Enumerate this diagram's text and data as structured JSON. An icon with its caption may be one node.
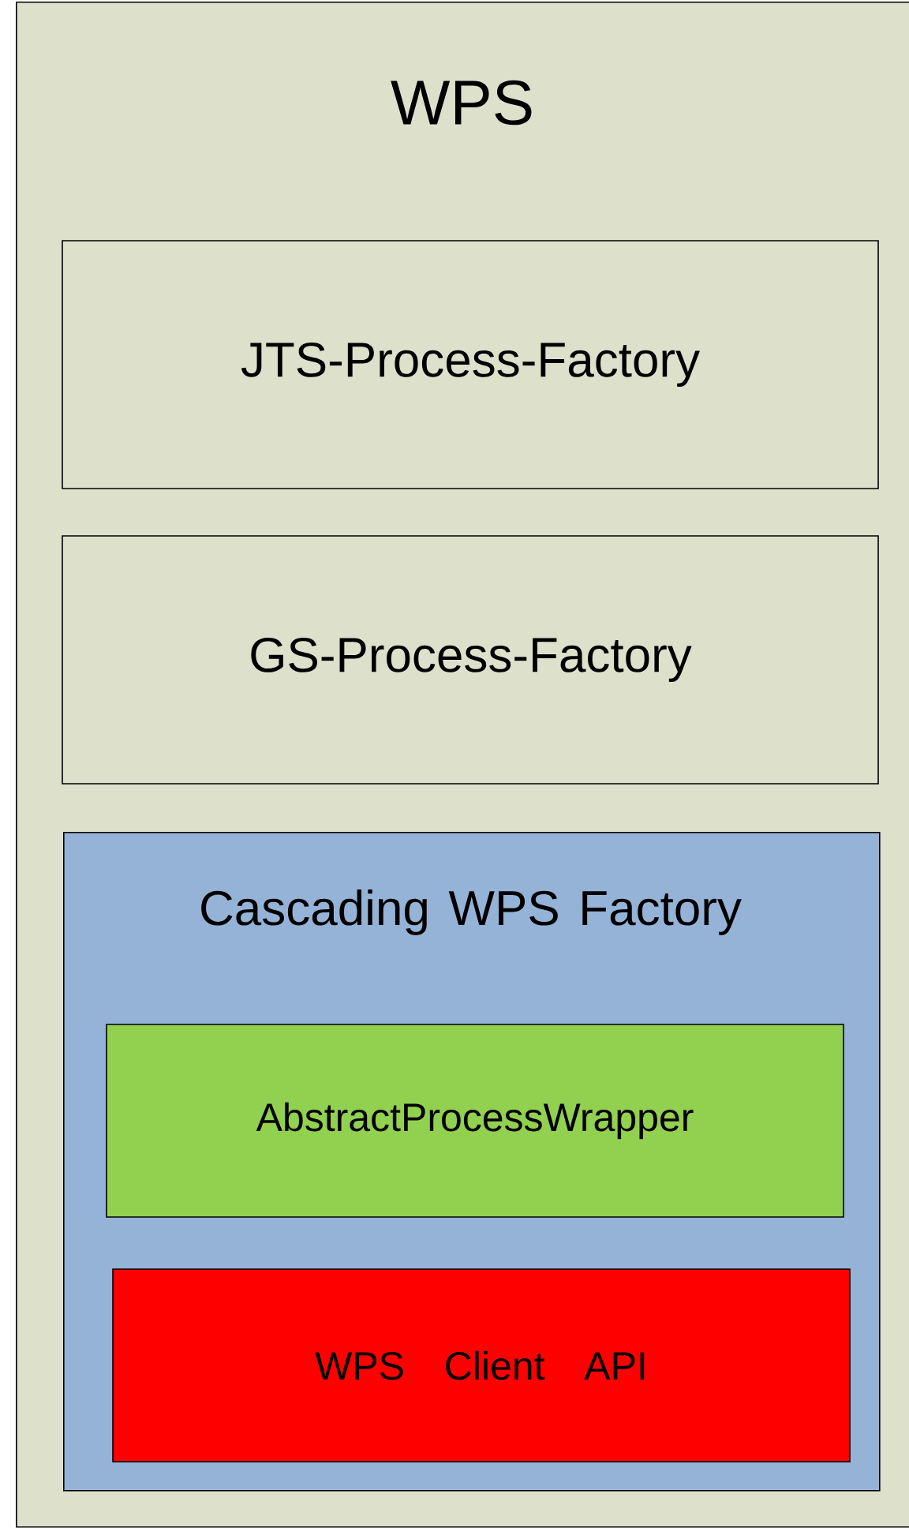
{
  "diagram": {
    "nodes": [
      {
        "text": [
          "WPS"
        ]
      },
      {
        "text": [
          "JTS-Process-Factory"
        ],
        "in": 0
      },
      {
        "text": [
          "GS-Process-Factory"
        ],
        "in": 0
      },
      {
        "text": [
          "Cascading WPS Factory"
        ],
        "in": 0
      },
      {
        "text": [
          "AbstractProcessWrapper"
        ],
        "in": 3
      },
      {
        "text": [
          "WPS Client API"
        ],
        "in": 3
      }
    ]
  }
}
